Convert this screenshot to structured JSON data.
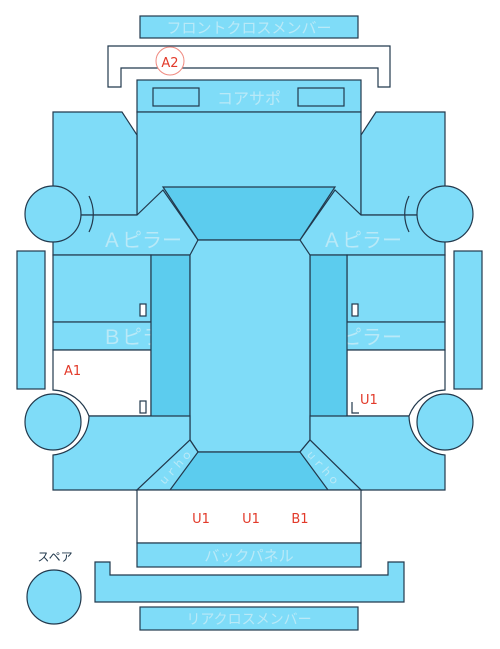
{
  "colors": {
    "panel_fill": "#7fdcf8",
    "panel_dark": "#5cccee",
    "outline": "#22394d",
    "label_text": "#b9e9f7",
    "marker_text": "#e23a2a",
    "circle_marker_stroke": "#f08a80",
    "background": "#ffffff"
  },
  "labels": {
    "front_cross_member": "フロントクロスメンバー",
    "core_support": "コアサポ",
    "a_pillar_left": "Ａピラー",
    "a_pillar_right": "Ａピラー",
    "b_pillar_left": "Ｂピラー",
    "b_pillar_right": "Ｂピラー",
    "back_panel": "バックパネル",
    "rear_cross_member": "リアクロスメンバー",
    "spare": "スペア",
    "curved_left": "ｕｒｈｏ",
    "curved_right": "ｕｒｈｏ"
  },
  "markers": {
    "a2": "A2",
    "a1": "A1",
    "u1_right": "U1",
    "u1_rear_1": "U1",
    "u1_rear_2": "U1",
    "b1_rear": "B1"
  }
}
